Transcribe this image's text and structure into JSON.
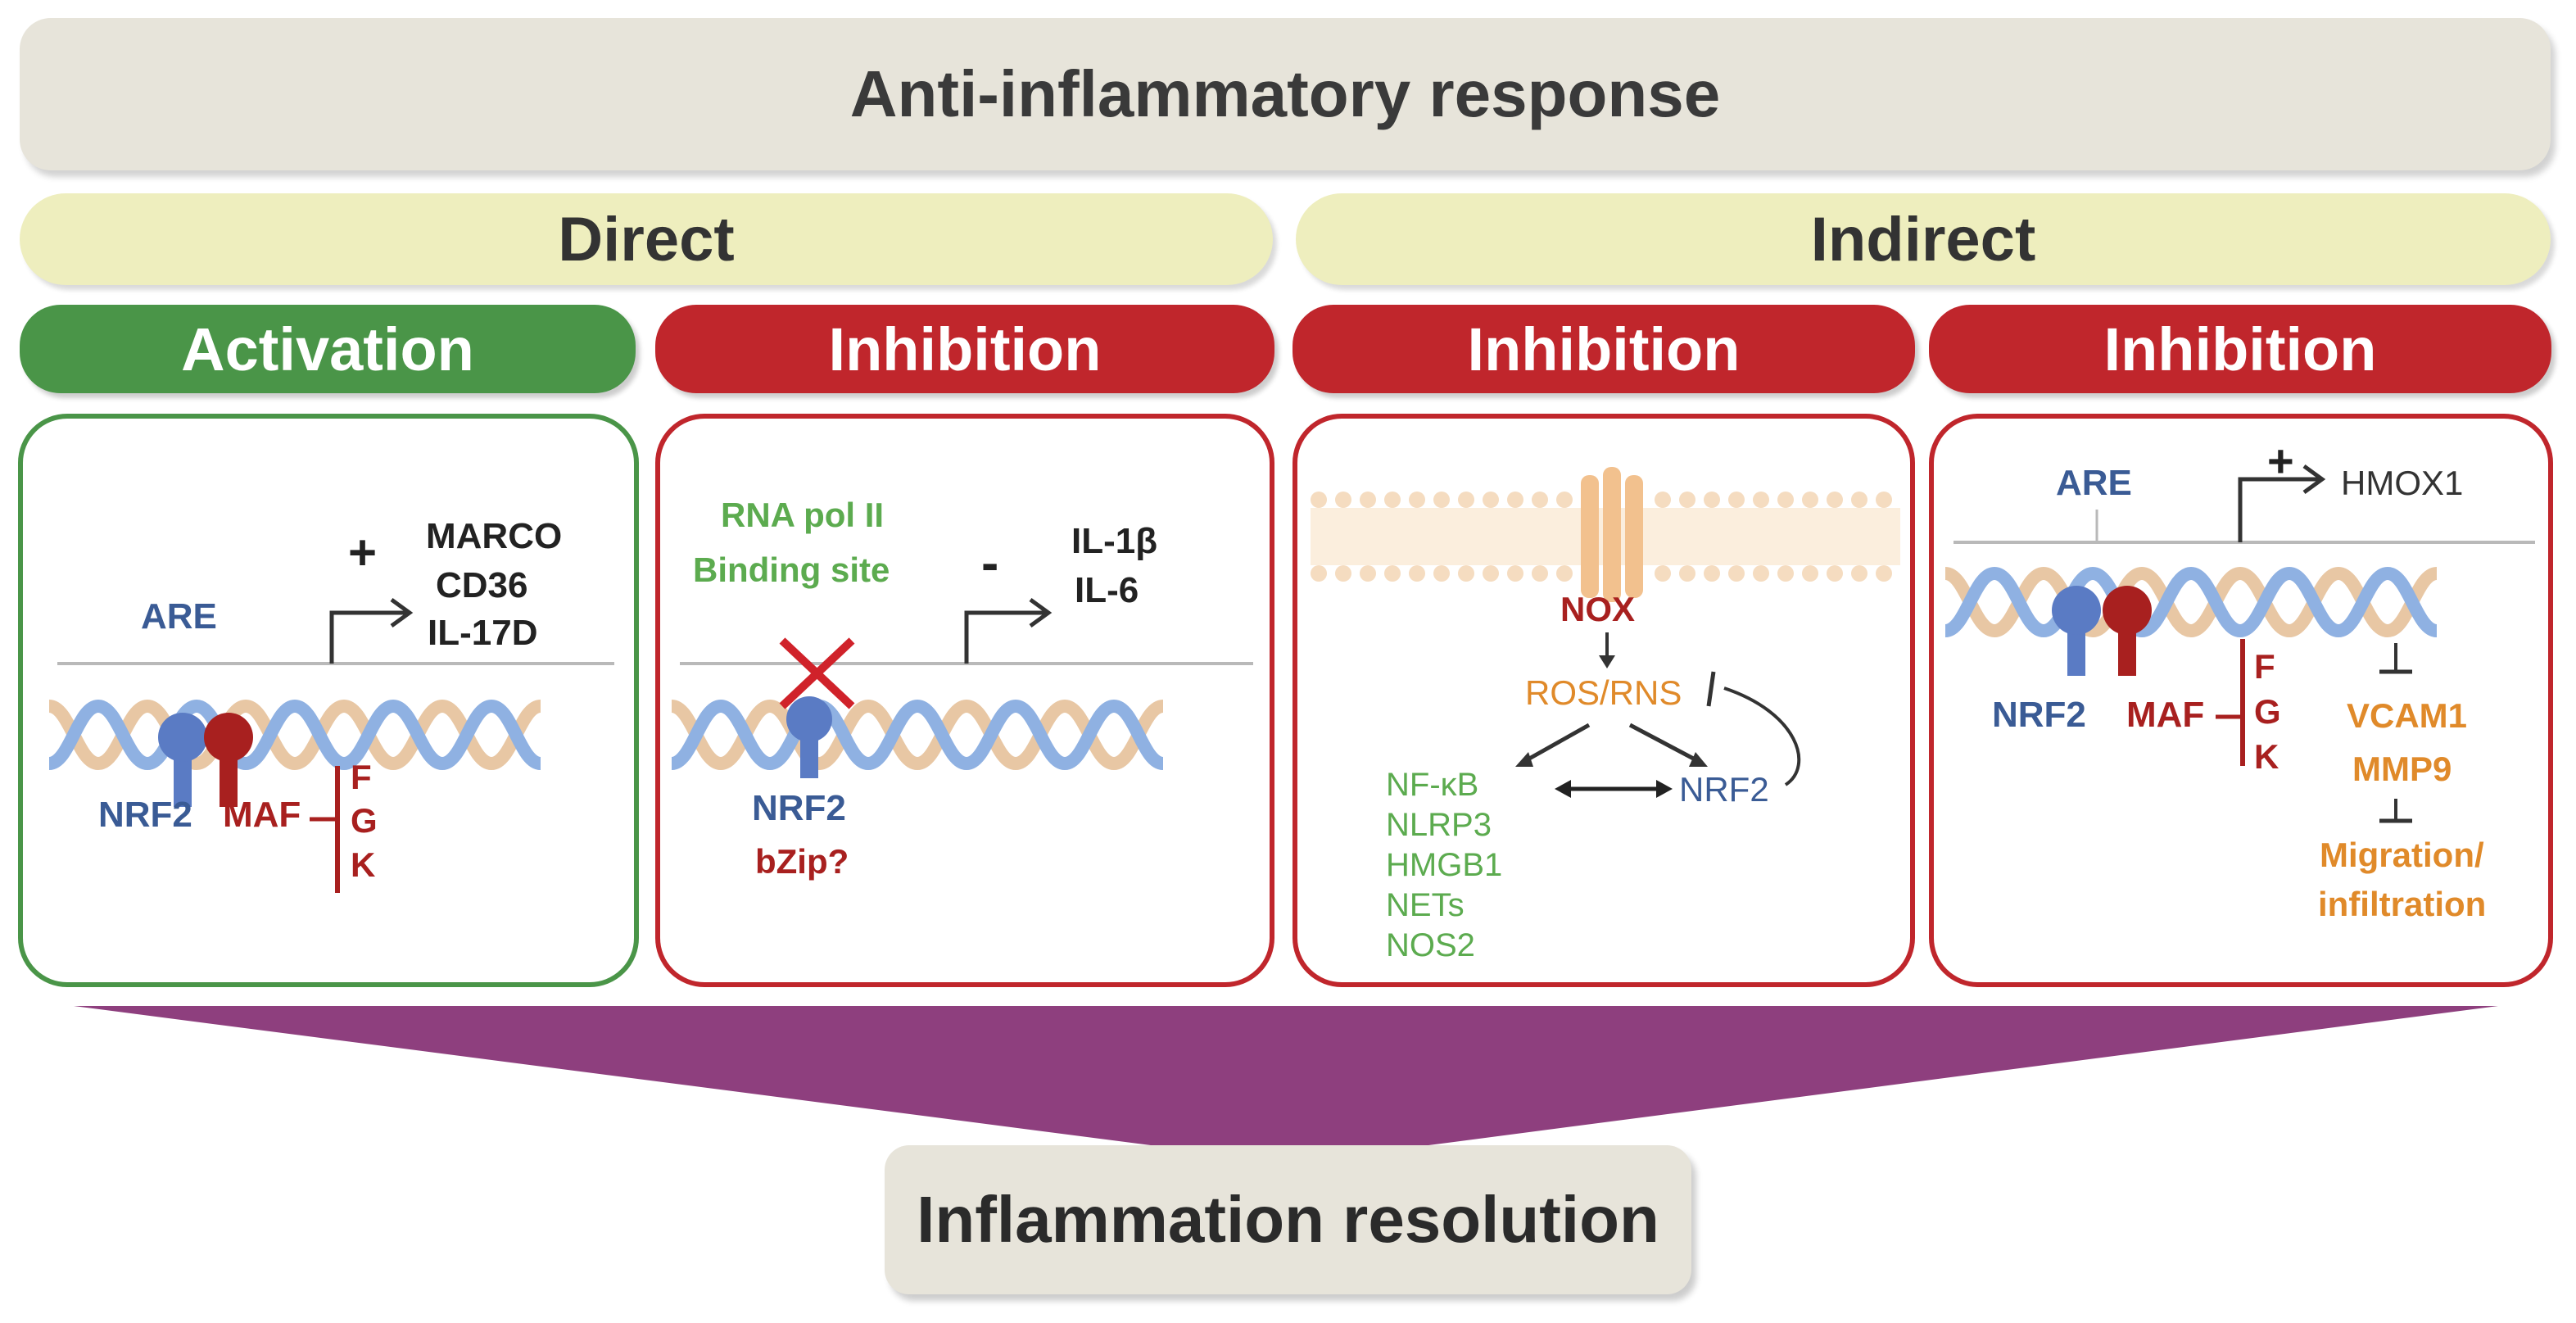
{
  "header": {
    "title": "Anti-inflammatory response"
  },
  "categories": {
    "direct": "Direct",
    "indirect": "Indirect"
  },
  "types": {
    "p1": "Activation",
    "p2": "Inhibition",
    "p3": "Inhibition",
    "p4": "Inhibition"
  },
  "panel1": {
    "are": "ARE",
    "plus": "+",
    "genes": [
      "MARCO",
      "CD36",
      "IL-17D"
    ],
    "nrf2": "NRF2",
    "maf": "MAF",
    "maf_types": [
      "F",
      "G",
      "K"
    ]
  },
  "panel2": {
    "rna_pol_line1": "RNA pol II",
    "rna_pol_line2": "Binding site",
    "minus": "-",
    "genes": [
      "IL-1β",
      "IL-6"
    ],
    "nrf2": "NRF2",
    "bzip": "bZip?"
  },
  "panel3": {
    "nox": "NOX",
    "ros": "ROS/RNS",
    "targets": [
      "NF-κB",
      "NLRP3",
      "HMGB1",
      "NETs",
      "NOS2"
    ],
    "nrf2": "NRF2"
  },
  "panel4": {
    "are": "ARE",
    "plus": "+",
    "gene": "HMOX1",
    "nrf2": "NRF2",
    "maf": "MAF",
    "maf_types": [
      "F",
      "G",
      "K"
    ],
    "targets": [
      "VCAM1",
      "MMP9"
    ],
    "outcome_line1": "Migration/",
    "outcome_line2": "infiltration"
  },
  "footer": {
    "title": "Inflammation resolution"
  },
  "colors": {
    "activation_green": "#4a9548",
    "inhibition_red": "#c0262c",
    "nrf2_blue": "#3a5b95",
    "maf_red": "#a8201f",
    "arrow_purple": "#8e3f7e",
    "target_green": "#5cab4f",
    "ros_orange": "#e08a2a"
  }
}
